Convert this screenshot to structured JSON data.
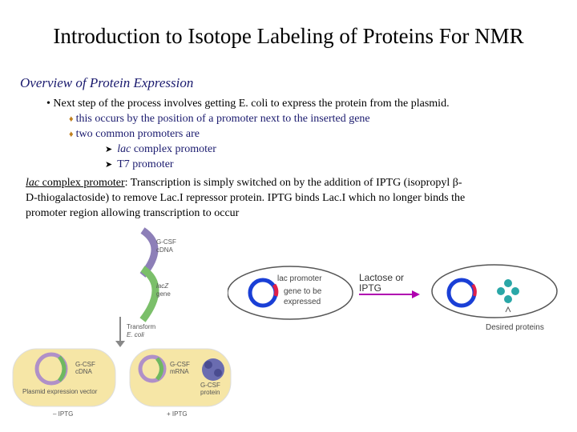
{
  "title": "Introduction to Isotope Labeling of Proteins For NMR",
  "subtitle": "Overview of Protein Expression",
  "bullet": "Next step of the process involves getting E. coli to express the protein from the plasmid.",
  "sub_bullets": [
    "this occurs by the position of a promoter next to the inserted gene",
    "two common promoters are"
  ],
  "promoters": [
    {
      "italic": "lac",
      "rest": " complex promoter"
    },
    {
      "italic": "",
      "rest": "T7 promoter"
    }
  ],
  "paragraph": {
    "lead_italic": "lac",
    "lead_rest": " complex promoter",
    "line1": ": Transcription is simply switched on by the addition of IPTG (isopropyl β-",
    "line2": "D-thiogalactoside)  to remove Lac.I repressor protein.  IPTG binds Lac.I which no longer binds the",
    "line3": "promoter region allowing transcription to occur"
  },
  "figure_left": {
    "gcsf_cdna": [
      "G-CSF",
      "cDNA"
    ],
    "lacz_gene": [
      "lacZ",
      "gene"
    ],
    "transform": [
      "Transform",
      "E. coli"
    ],
    "plasmid_cdna": [
      "G-CSF",
      "cDNA"
    ],
    "plasmid_vector": "Plasmid expression vector",
    "mrna": [
      "G-CSF",
      "mRNA"
    ],
    "protein": [
      "G-CSF",
      "protein"
    ],
    "minus_iptg": "– IPTG",
    "plus_iptg": "+ IPTG"
  },
  "figure_right": {
    "lac_promoter": "lac promoter",
    "gene_expr": [
      "gene to be",
      "expressed"
    ],
    "inducer": [
      "Lactose or",
      "IPTG"
    ],
    "desired": "Desired proteins"
  },
  "colors": {
    "plasmid_blue": "#1a3fd6",
    "promoter_red": "#e0204a",
    "arrow_purple": "#b000b0",
    "protein_teal": "#2aa7a7"
  }
}
